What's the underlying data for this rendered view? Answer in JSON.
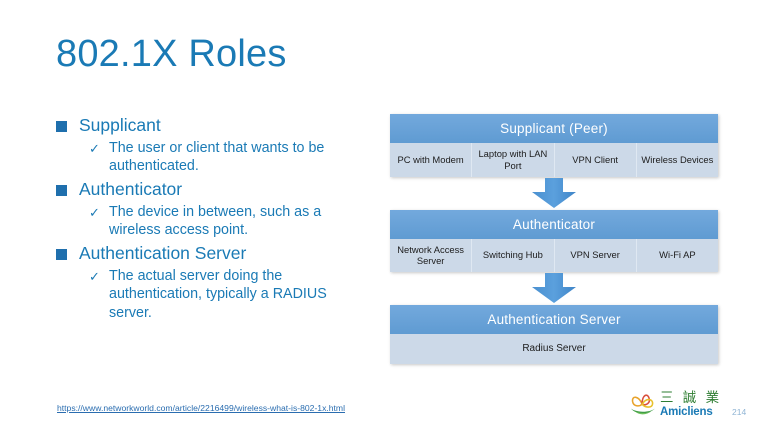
{
  "slide": {
    "title": "802.1X Roles",
    "page_number": "214",
    "source_link": "https://www.networkworld.com/article/2216499/wireless-what-is-802-1x.html",
    "accent_color": "#1a7ab5",
    "header_block_color": "#6aa3da",
    "cell_block_color": "#ccd9e8",
    "arrow_color": "#4e95d4"
  },
  "bullets": [
    {
      "label": "Supplicant",
      "sub": [
        "The user or client that wants to be authenticated."
      ]
    },
    {
      "label": "Authenticator",
      "sub": [
        "The device in between, such as a wireless access point."
      ]
    },
    {
      "label": "Authentication Server",
      "sub": [
        "The actual server doing the authentication, typically a RADIUS server."
      ]
    }
  ],
  "diagram": {
    "blocks": [
      {
        "header": "Supplicant (Peer)",
        "cells": [
          "PC with Modem",
          "Laptop with LAN Port",
          "VPN Client",
          "Wireless Devices"
        ]
      },
      {
        "header": "Authenticator",
        "cells": [
          "Network Access Server",
          "Switching Hub",
          "VPN Server",
          "Wi-Fi AP"
        ]
      },
      {
        "header": "Authentication Server",
        "cells": [
          "Radius Server"
        ]
      }
    ]
  },
  "logo": {
    "chinese": "三 誠 業",
    "english": "Amicliens"
  },
  "icons": {
    "check": "✓"
  }
}
